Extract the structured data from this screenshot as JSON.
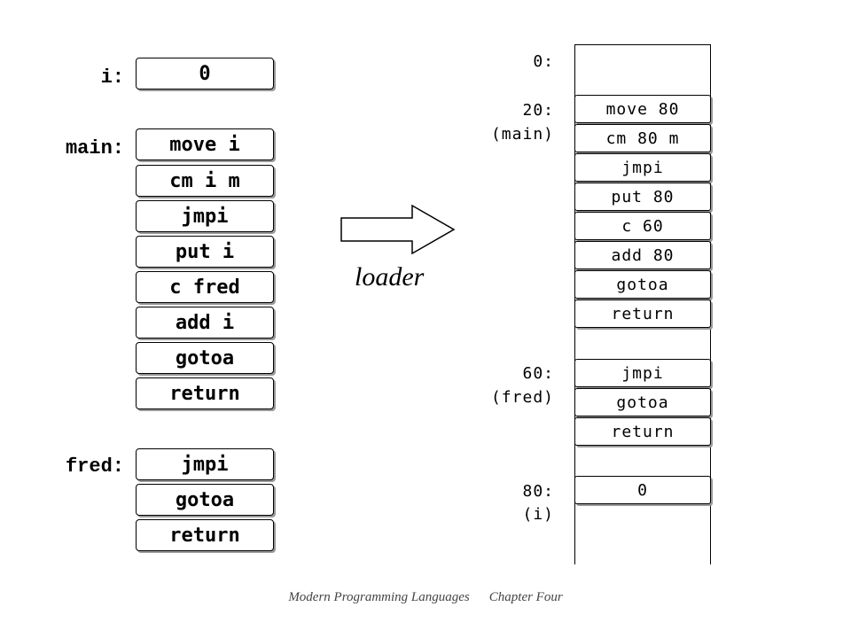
{
  "left_side": {
    "i_label": "i:",
    "i_value": "0",
    "main_label": "main:",
    "main_instructions": [
      "move i",
      "cm i m",
      "jmpi",
      "put i",
      "c fred",
      "add i",
      "gotoa",
      "return"
    ],
    "fred_label": "fred:",
    "fred_instructions": [
      "jmpi",
      "gotoa",
      "return"
    ]
  },
  "loader": {
    "label": "loader"
  },
  "memory": {
    "addresses": {
      "a0": "0:",
      "a20": "20:",
      "a20_name": "(main)",
      "a60": "60:",
      "a60_name": "(fred)",
      "a80": "80:",
      "a80_name": "(i)"
    },
    "main_cells": [
      "move 80",
      "cm 80 m",
      "jmpi",
      "put 80",
      "c 60",
      "add 80",
      "gotoa",
      "return"
    ],
    "fred_cells": [
      "jmpi",
      "gotoa",
      "return"
    ],
    "i_cell": "0"
  },
  "footer": {
    "book": "Modern Programming Languages",
    "chapter": "Chapter Four"
  }
}
